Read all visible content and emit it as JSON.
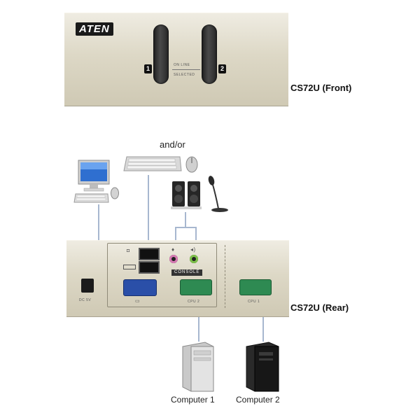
{
  "front": {
    "brand": "ATEN",
    "caption": "CS72U (Front)",
    "port1_number": "1",
    "port2_number": "2",
    "online_label": "ON LINE",
    "selected_label": "SELECTED"
  },
  "rear": {
    "caption": "CS72U (Rear)",
    "console_label": "CONSOLE",
    "cpu1_label": "CPU 1",
    "cpu2_label": "CPU 2",
    "dc_label": "DC 5V"
  },
  "peripherals": {
    "andor_label": "and/or"
  },
  "computers": [
    {
      "label": "Computer 1"
    },
    {
      "label": "Computer 2"
    }
  ],
  "colors": {
    "panel": "#ddd8c6",
    "vga_console": "#2a4fa8",
    "vga_cpu": "#2e8a52",
    "mic_jack": "#d77bb4",
    "speaker_jack": "#7ec14a",
    "cable": "#a7b7cf"
  }
}
